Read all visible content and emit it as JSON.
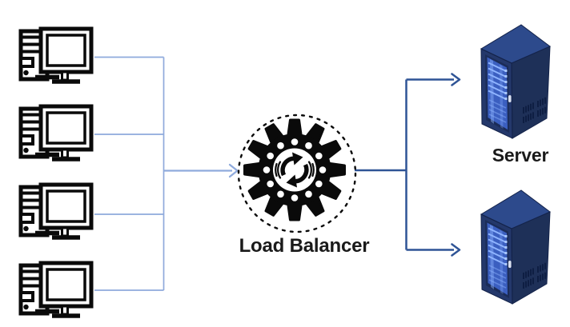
{
  "diagram": {
    "clients": {
      "icon": "desktop-computer-icon",
      "count": 4
    },
    "load_balancer": {
      "label": "Load Balancer",
      "icon": "gear-sync-icon"
    },
    "servers": {
      "label": "Server",
      "icon": "server-tower-icon",
      "count": 2
    },
    "colors": {
      "client_link": "#8FAADC",
      "server_link": "#2F5496",
      "icon_ink": "#0a0a0a",
      "label_ink": "#1a1a1a",
      "server_top": "#2d4a8c",
      "server_front": "#24386b",
      "server_side": "#1e3058",
      "server_frame": "#1b2c58",
      "server_door_glow": "#3b5fc0",
      "server_rack_light": "#8fb4ff",
      "server_rack_node": "#a9c7ff",
      "server_vent": "#0e1d42"
    }
  }
}
